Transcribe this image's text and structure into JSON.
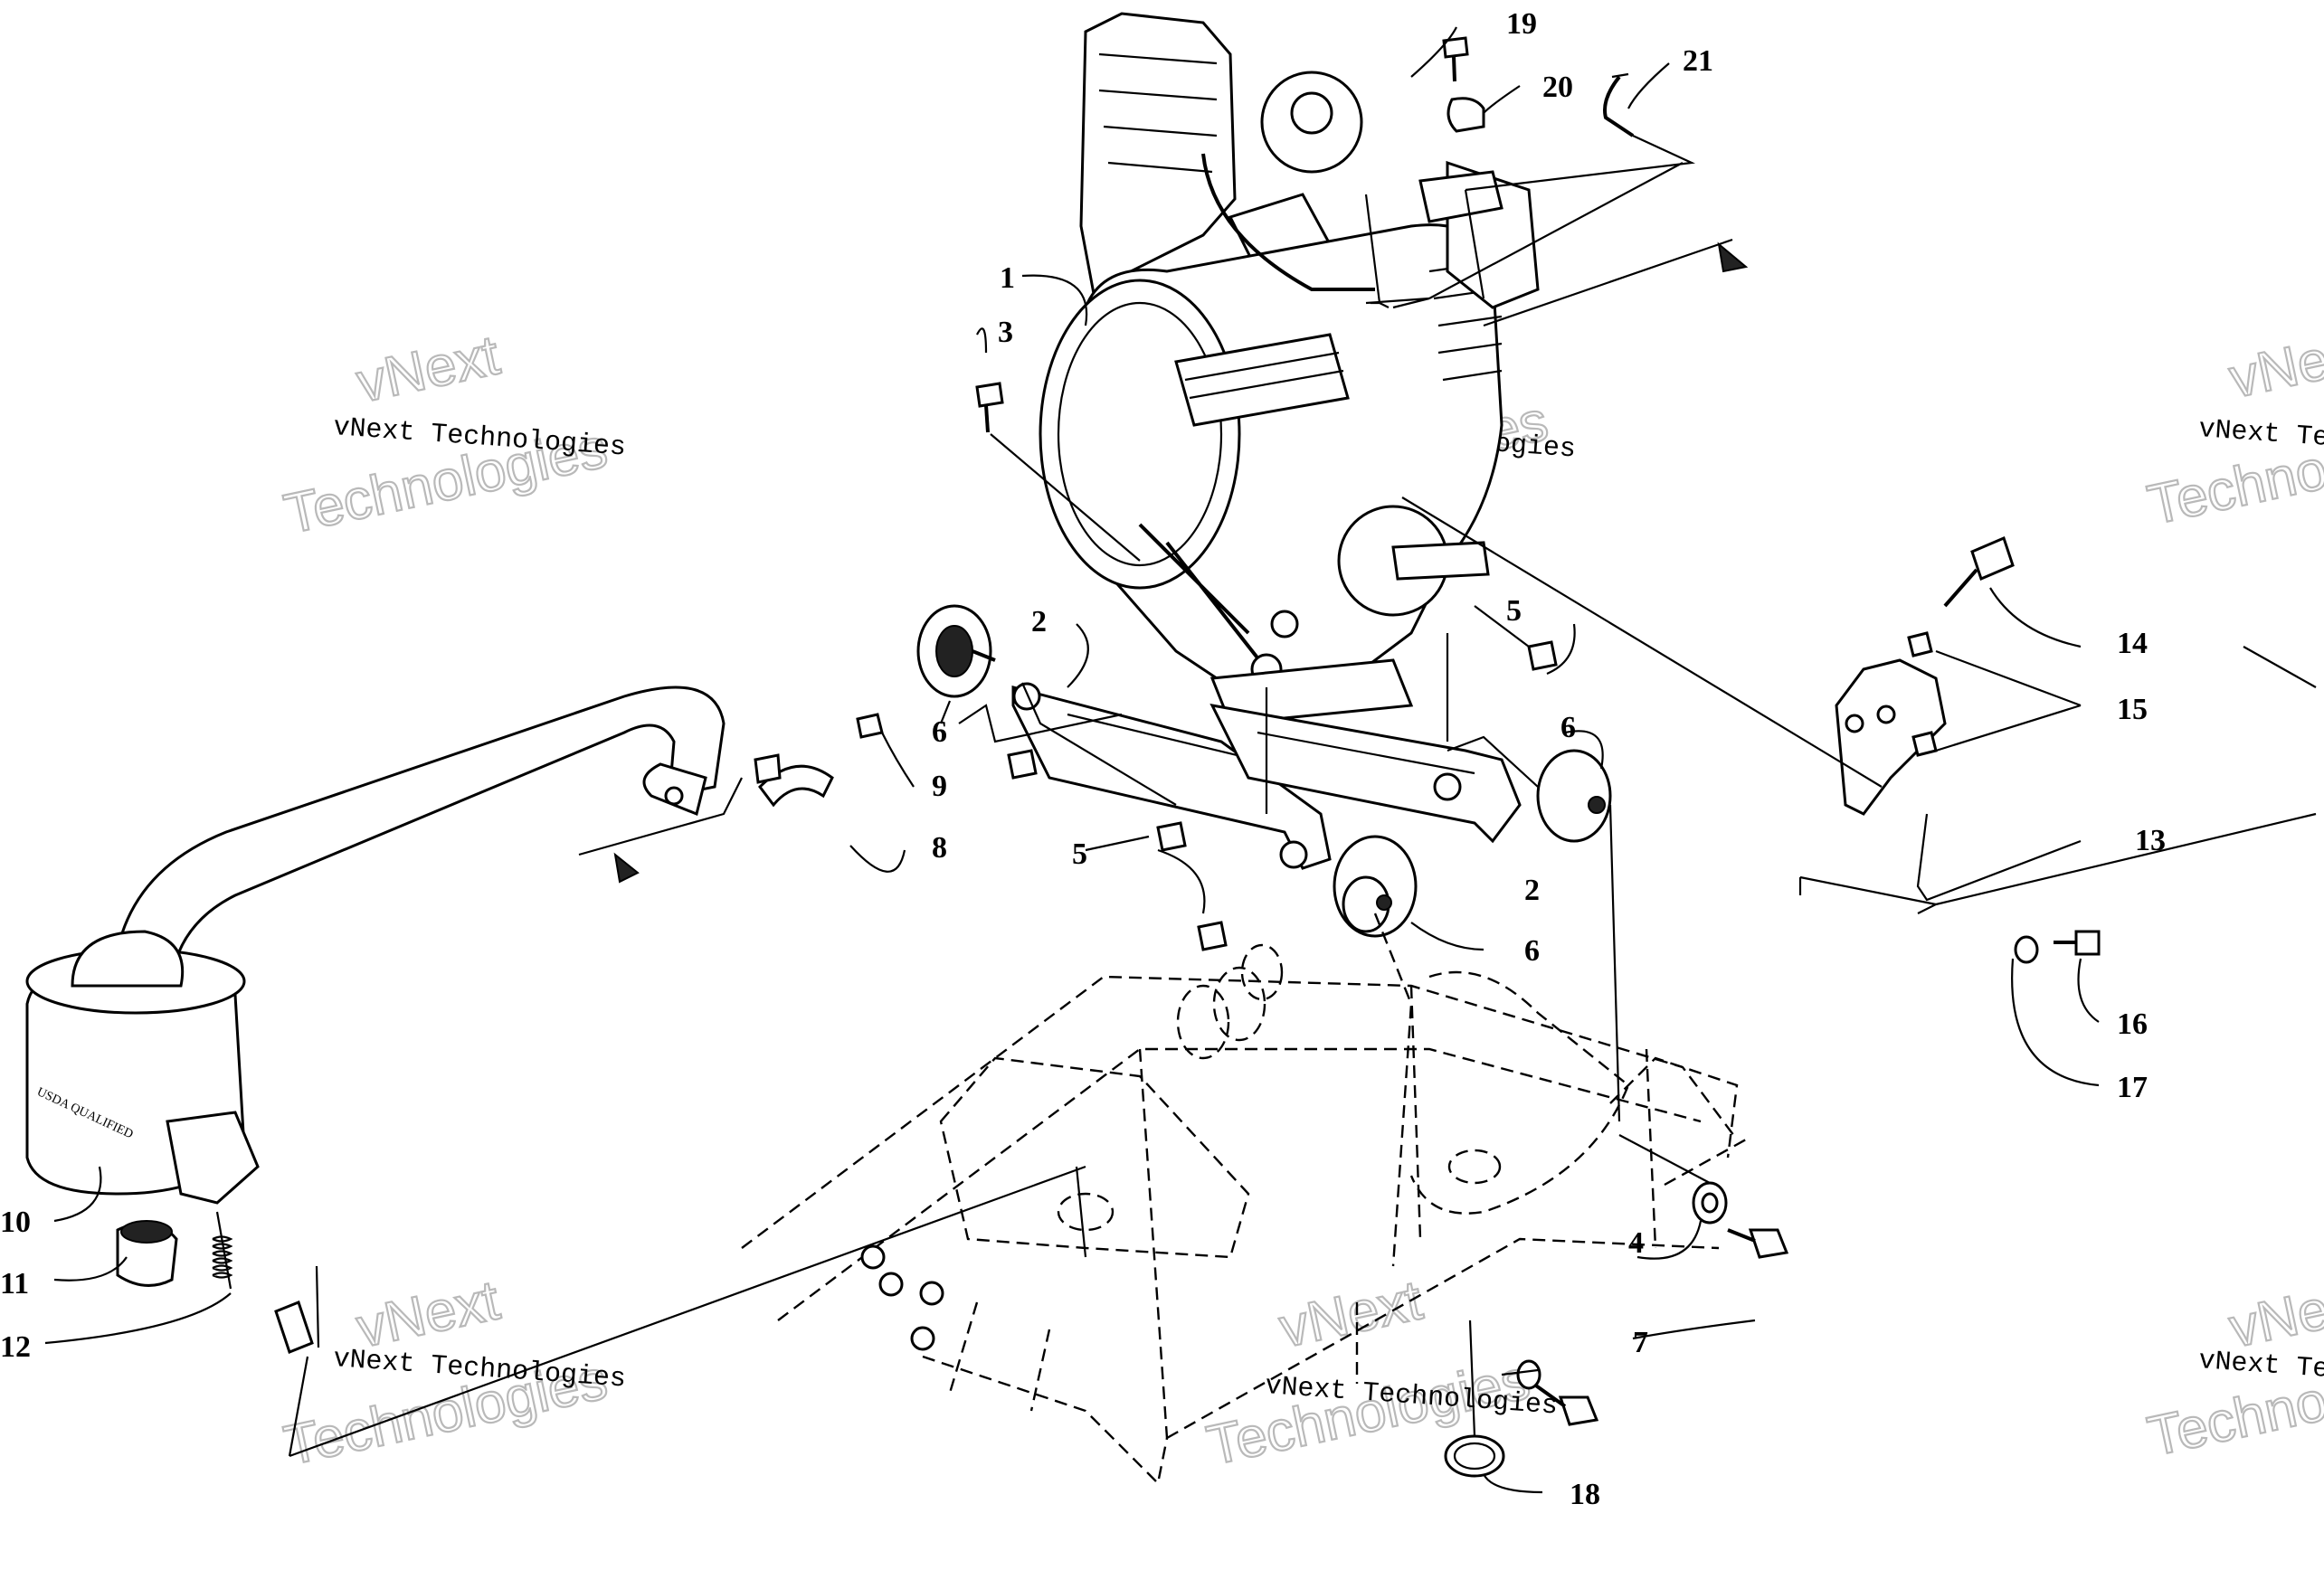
{
  "callouts": [
    {
      "id": "1",
      "text": "1"
    },
    {
      "id": "2a",
      "text": "2"
    },
    {
      "id": "2b",
      "text": "2"
    },
    {
      "id": "3",
      "text": "3"
    },
    {
      "id": "4",
      "text": "4"
    },
    {
      "id": "5a",
      "text": "5"
    },
    {
      "id": "5b",
      "text": "5"
    },
    {
      "id": "6a",
      "text": "6"
    },
    {
      "id": "6b",
      "text": "6"
    },
    {
      "id": "6c",
      "text": "6"
    },
    {
      "id": "7",
      "text": "7"
    },
    {
      "id": "8",
      "text": "8"
    },
    {
      "id": "9",
      "text": "9"
    },
    {
      "id": "10",
      "text": "10"
    },
    {
      "id": "11",
      "text": "11"
    },
    {
      "id": "12",
      "text": "12"
    },
    {
      "id": "13",
      "text": "13"
    },
    {
      "id": "14",
      "text": "14"
    },
    {
      "id": "15",
      "text": "15"
    },
    {
      "id": "16",
      "text": "16"
    },
    {
      "id": "17",
      "text": "17"
    },
    {
      "id": "18",
      "text": "18"
    },
    {
      "id": "19",
      "text": "19"
    },
    {
      "id": "20",
      "text": "20"
    },
    {
      "id": "21",
      "text": "21"
    }
  ],
  "watermark": {
    "company": "vNext Technologies",
    "word1": "vNext",
    "word2": "Technologies"
  }
}
